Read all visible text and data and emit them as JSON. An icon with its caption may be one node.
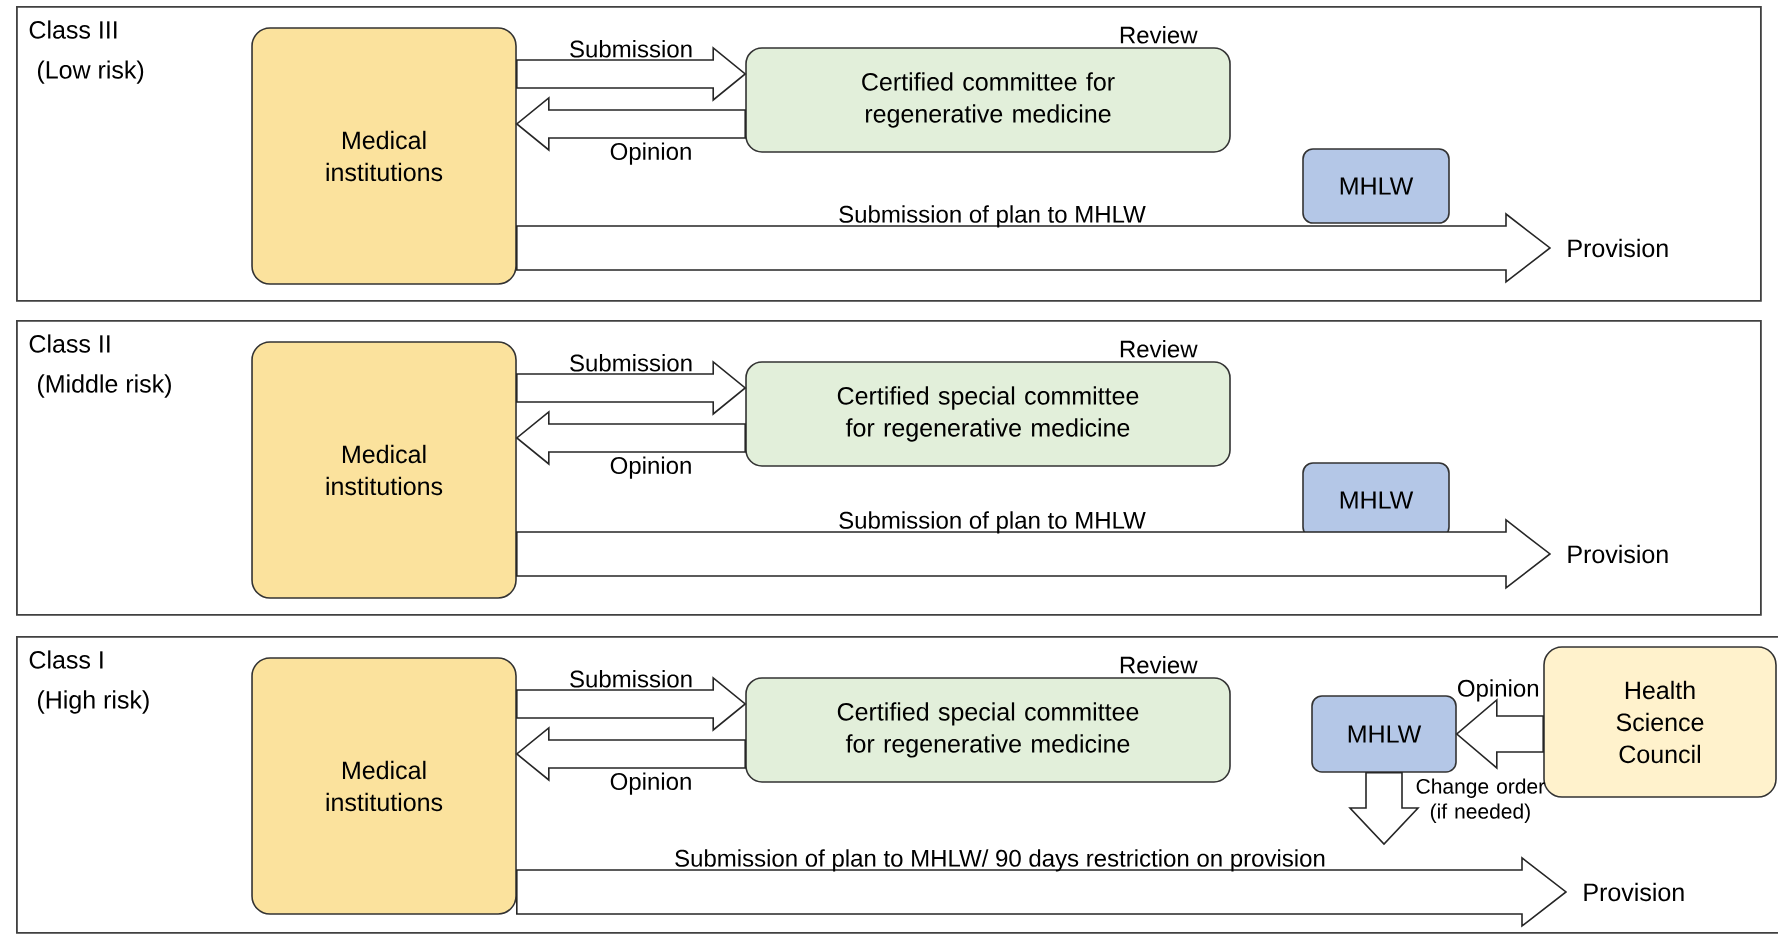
{
  "diagram": {
    "nodes": [
      {
        "text": [
          "Class III",
          "(Low risk)"
        ]
      },
      {
        "text": [
          "Medical institutions"
        ],
        "in": 0
      },
      {
        "text": [
          "Certified committee for regenerative medicine"
        ],
        "in": 0,
        "beside": [
          "Review"
        ]
      },
      {
        "text": [
          "MHLW"
        ],
        "in": 0
      },
      {
        "text": [
          "Provision"
        ],
        "in": 0
      },
      {
        "text": [
          "Class II",
          "(Middle risk)"
        ]
      },
      {
        "text": [
          "Medical institutions"
        ],
        "in": 5
      },
      {
        "text": [
          "Certified special committee for regenerative medicine"
        ],
        "in": 5,
        "beside": [
          "Review"
        ]
      },
      {
        "text": [
          "MHLW"
        ],
        "in": 5
      },
      {
        "text": [
          "Provision"
        ],
        "in": 5
      },
      {
        "text": [
          "Class I",
          "(High risk)"
        ]
      },
      {
        "text": [
          "Medical institutions"
        ],
        "in": 10
      },
      {
        "text": [
          "Certified special committee for regenerative medicine"
        ],
        "in": 10,
        "beside": [
          "Review"
        ]
      },
      {
        "text": [
          "MHLW"
        ],
        "in": 10
      },
      {
        "text": [
          "Health Science Council"
        ],
        "in": 10
      },
      {
        "text": [
          "Provision"
        ],
        "in": 10
      }
    ],
    "edges": [
      {
        "from": 1,
        "to": 2,
        "arrow": "to",
        "label": "Submission"
      },
      {
        "from": 2,
        "to": 1,
        "arrow": "to",
        "label": "Opinion"
      },
      {
        "from": 1,
        "to": 4,
        "arrow": "to",
        "label": "Submission of plan to MHLW"
      },
      {
        "from": 6,
        "to": 7,
        "arrow": "to",
        "label": "Submission"
      },
      {
        "from": 7,
        "to": 6,
        "arrow": "to",
        "label": "Opinion"
      },
      {
        "from": 6,
        "to": 9,
        "arrow": "to",
        "label": "Submission of plan to MHLW"
      },
      {
        "from": 11,
        "to": 12,
        "arrow": "to",
        "label": "Submission"
      },
      {
        "from": 12,
        "to": 11,
        "arrow": "to",
        "label": "Opinion"
      },
      {
        "from": 11,
        "to": 15,
        "arrow": "to",
        "label": "Submission of plan to MHLW/ 90 days restriction on provision"
      },
      {
        "from": 14,
        "to": 13,
        "arrow": "to",
        "label": "Opinion"
      },
      {
        "from": 13,
        "to": null,
        "arrow": "to",
        "label": "Change order (if needed)"
      }
    ]
  }
}
